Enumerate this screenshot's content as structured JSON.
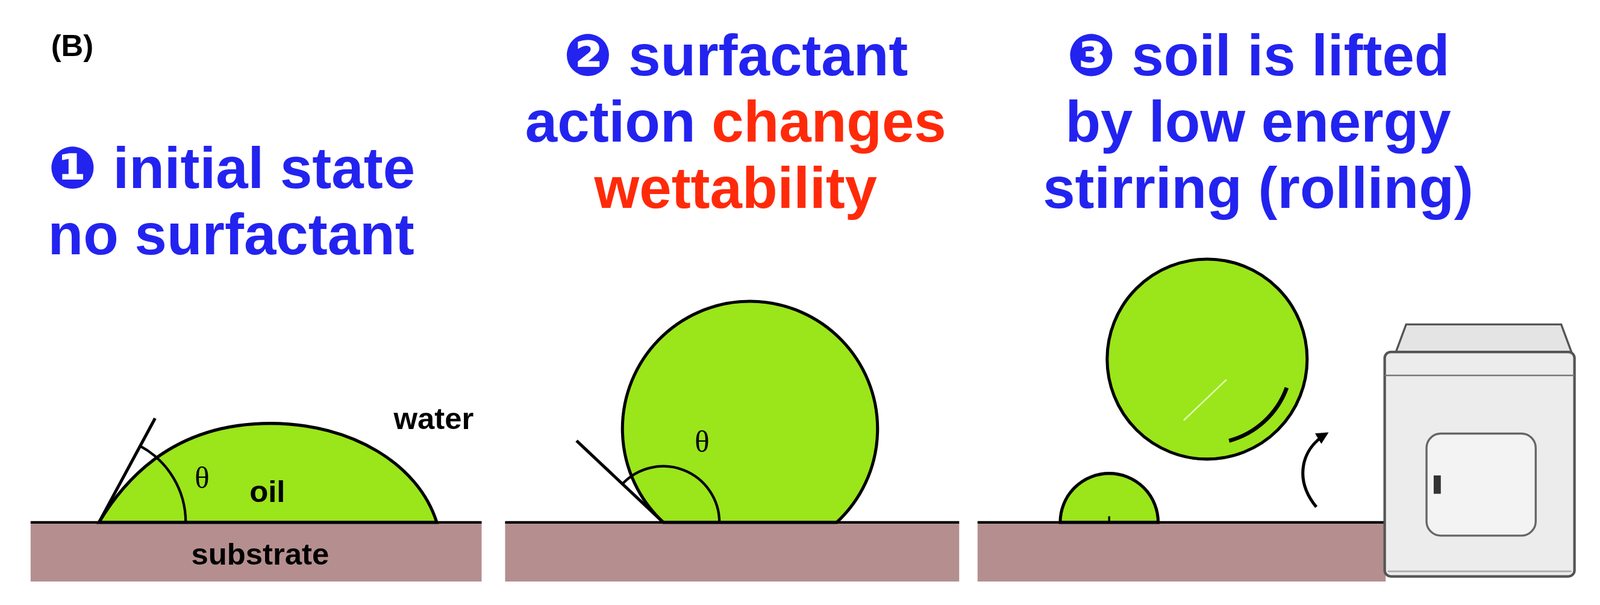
{
  "diagram": {
    "labels": [
      "(B)",
      "❶ initial state no surfactant",
      "❷ surfactant action",
      "changes wettability",
      "❸ soil is lifted by low energy stirring (rolling)",
      "θ",
      "oil",
      "water",
      "substrate",
      "θ"
    ]
  }
}
